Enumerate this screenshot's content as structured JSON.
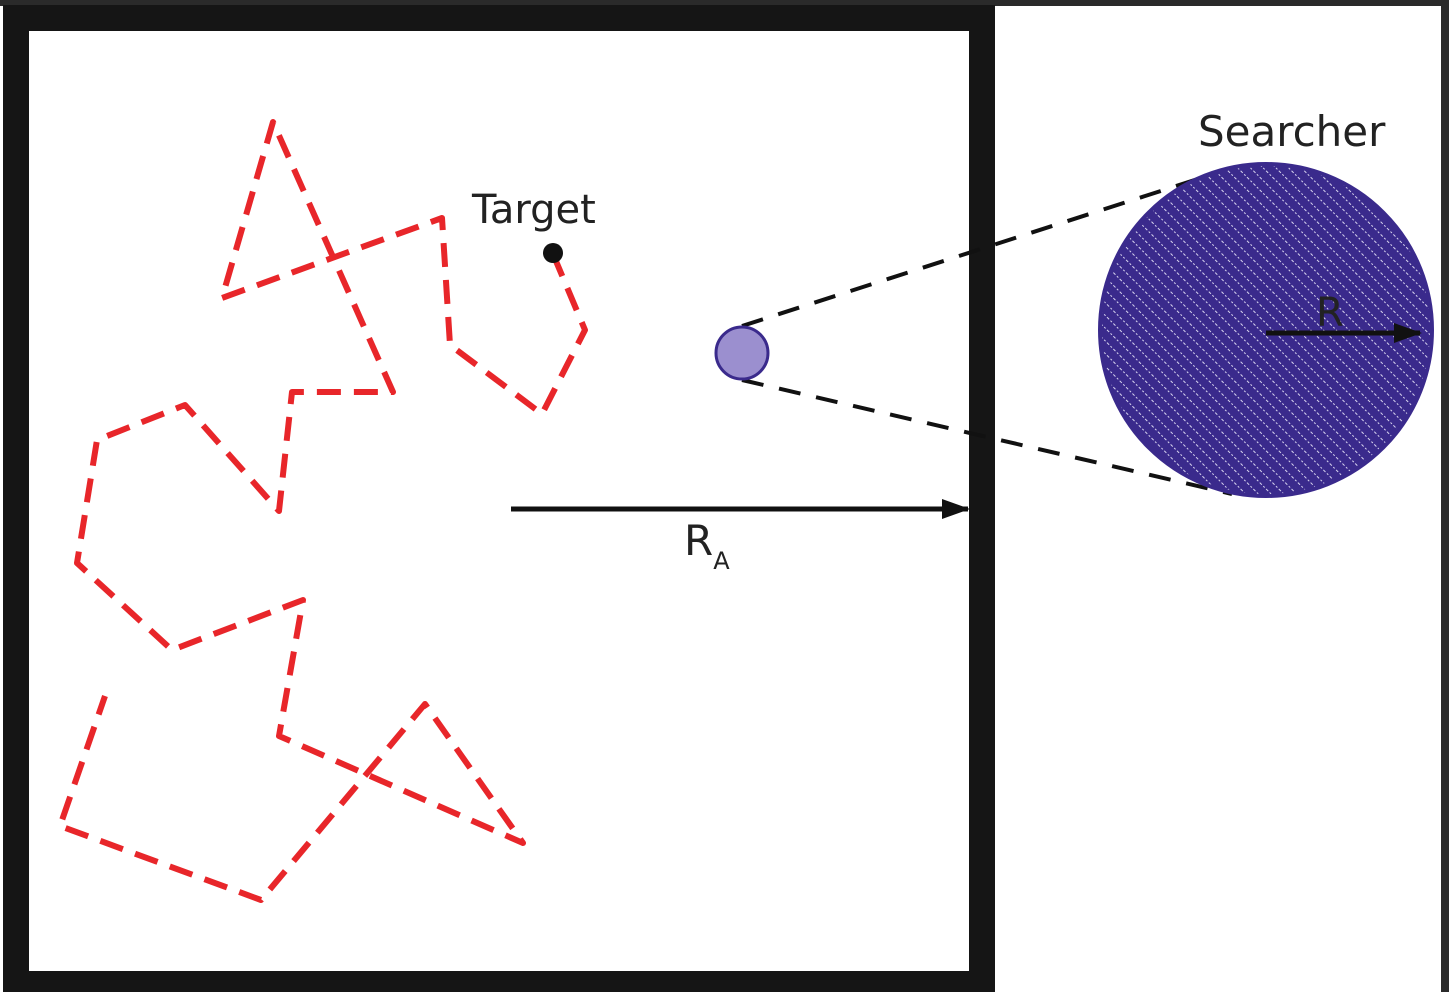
{
  "labels": {
    "target": "Target",
    "searcher": "Searcher",
    "ra_main": "R",
    "ra_sub": "A",
    "r": "R"
  },
  "colors": {
    "path": "#e8262a",
    "box": "#151515",
    "searcher_small": "#9b8fcf",
    "searcher_large": "#3a2a8c",
    "target": "#111111"
  }
}
